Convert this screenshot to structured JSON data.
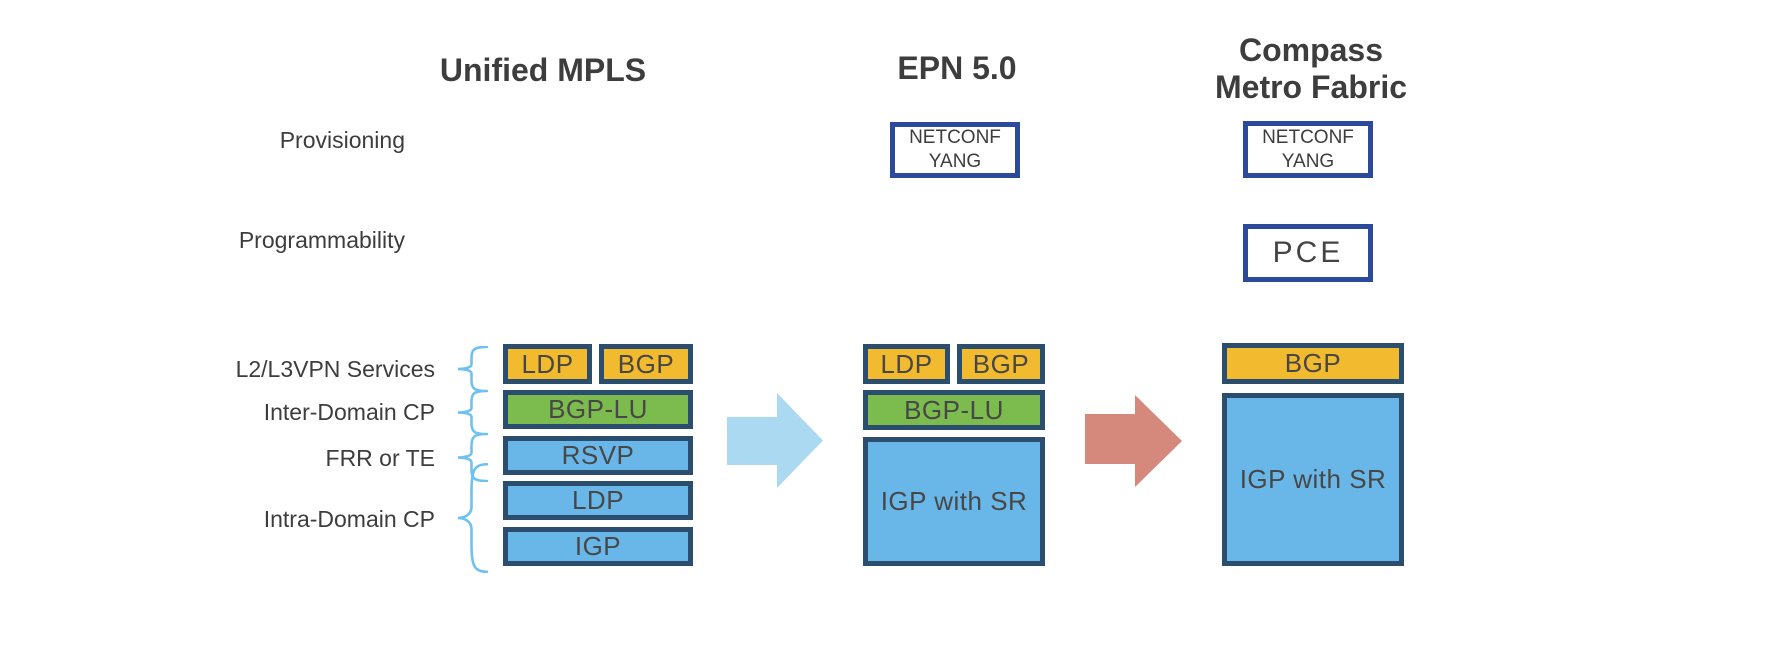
{
  "diagram": {
    "columns": {
      "unified": {
        "title": "Unified MPLS"
      },
      "epn": {
        "title": "EPN 5.0"
      },
      "compass": {
        "title": "Compass\nMetro Fabric"
      }
    },
    "row_labels": {
      "provisioning": "Provisioning",
      "programmability": "Programmability",
      "l2l3vpn_services": "L2/L3VPN Services",
      "inter_domain_cp": "Inter-Domain CP",
      "frr_or_te": "FRR or TE",
      "intra_domain_cp": "Intra-Domain CP"
    },
    "unified_stack": {
      "ldp_service": "LDP",
      "bgp_service": "BGP",
      "bgp_lu": "BGP-LU",
      "rsvp": "RSVP",
      "ldp": "LDP",
      "igp": "IGP"
    },
    "epn_stack": {
      "netconf_yang": "NETCONF\nYANG",
      "ldp_service": "LDP",
      "bgp_service": "BGP",
      "bgp_lu": "BGP-LU",
      "igp_with_sr": "IGP with SR"
    },
    "compass_stack": {
      "netconf_yang": "NETCONF\nYANG",
      "pce": "PCE",
      "bgp_service": "BGP",
      "igp_with_sr": "IGP with SR"
    },
    "colors": {
      "service_yellow": "#f2ba2e",
      "inter_domain_green": "#7cbb4d",
      "intra_domain_blue": "#69b7e8",
      "stack_border": "#2b4e6f",
      "provision_border": "#2b4a9c",
      "arrow_blue": "#abd9f2",
      "arrow_red": "#d5897d",
      "brace_blue": "#6fc2f0",
      "text_dark": "#3d3d3d"
    }
  }
}
